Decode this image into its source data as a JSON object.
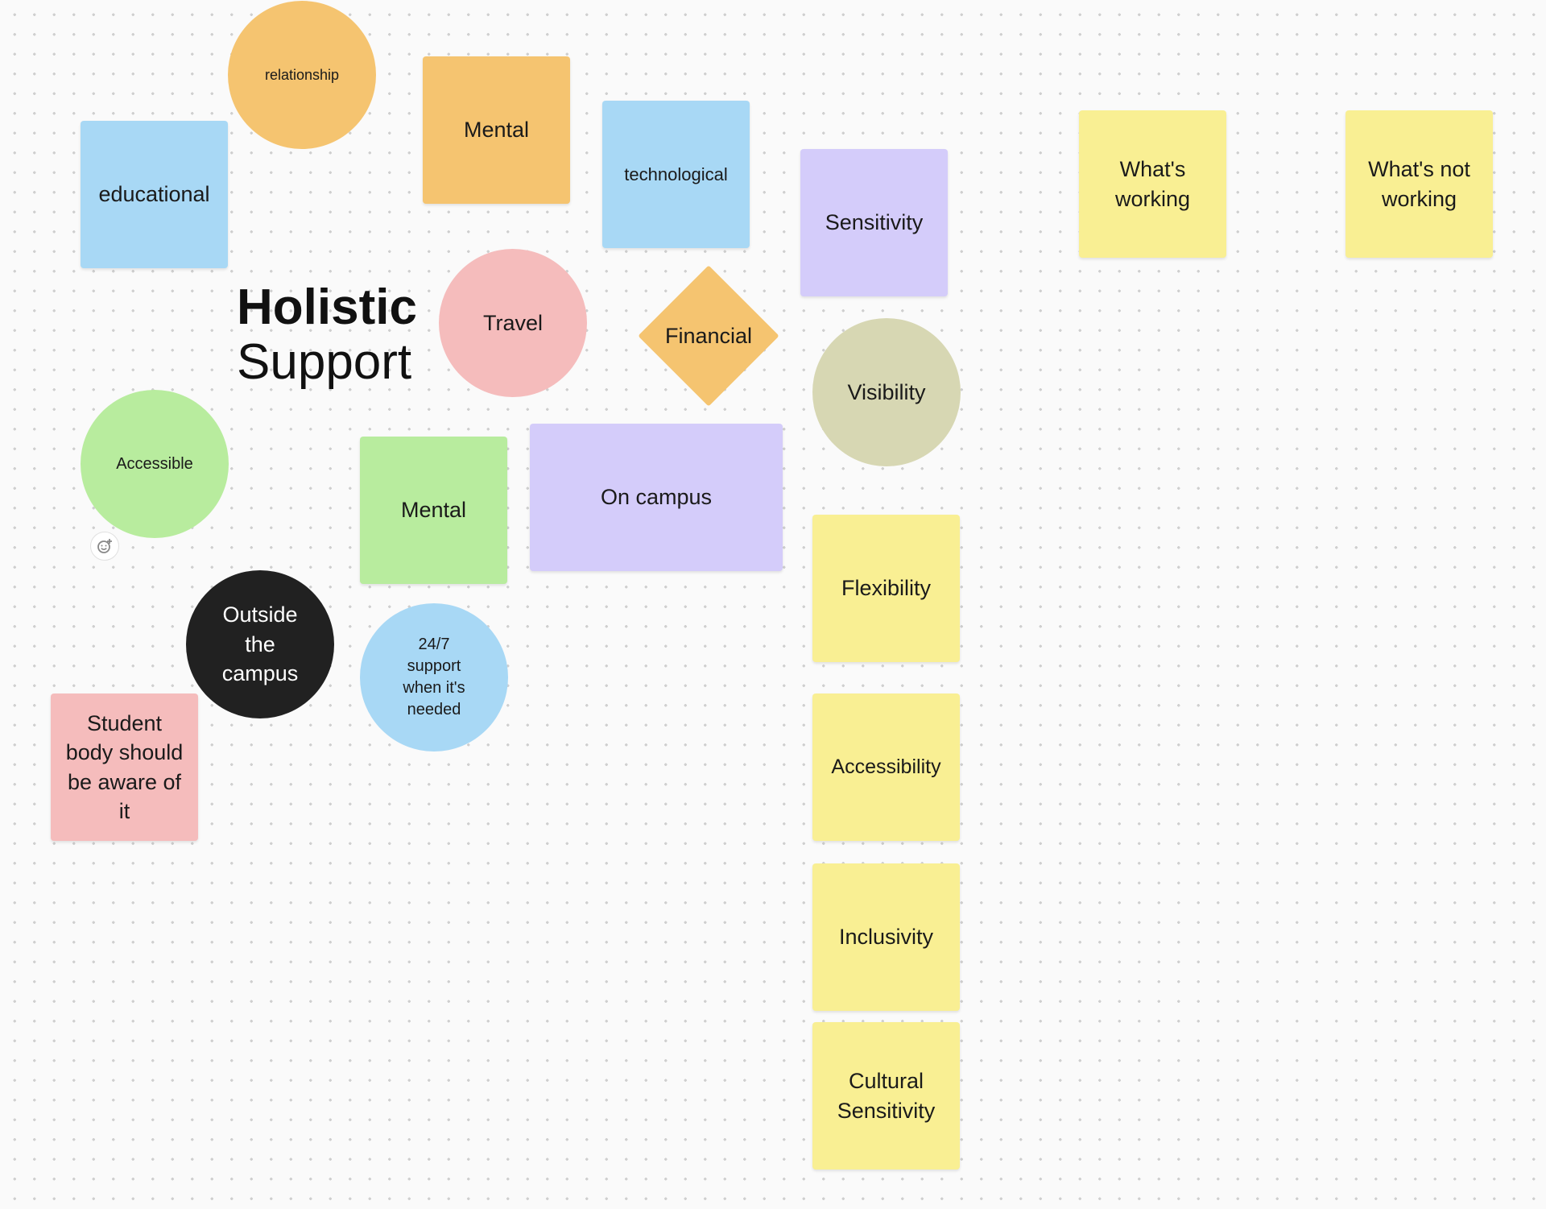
{
  "board": {
    "title_line1": "Holistic",
    "title_line2": "Support"
  },
  "notes": {
    "relationship": "relationship",
    "educational": "educational",
    "mental_top": "Mental",
    "technological": "technological",
    "sensitivity": "Sensitivity",
    "whats_working": "What's working",
    "whats_not_working": "What's not working",
    "travel": "Travel",
    "financial": "Financial",
    "visibility": "Visibility",
    "accessible": "Accessible",
    "mental_green": "Mental",
    "on_campus": "On campus",
    "outside_campus": "Outside the campus",
    "support_247": "24/7 support when it's needed",
    "student_body": "Student body should be aware of it",
    "flexibility": "Flexibility",
    "accessibility": "Accessibility",
    "inclusivity": "Inclusivity",
    "cultural_sensitivity": "Cultural Sensitivity"
  },
  "icons": {
    "reaction": "add-reaction-icon"
  },
  "colors": {
    "orange": "#f5c470",
    "blue": "#a8d8f5",
    "purple": "#d4ccfa",
    "yellow": "#f9ef93",
    "pink": "#f5bcbc",
    "green": "#b8ec9e",
    "olive": "#d7d7b3",
    "black": "#212121"
  }
}
